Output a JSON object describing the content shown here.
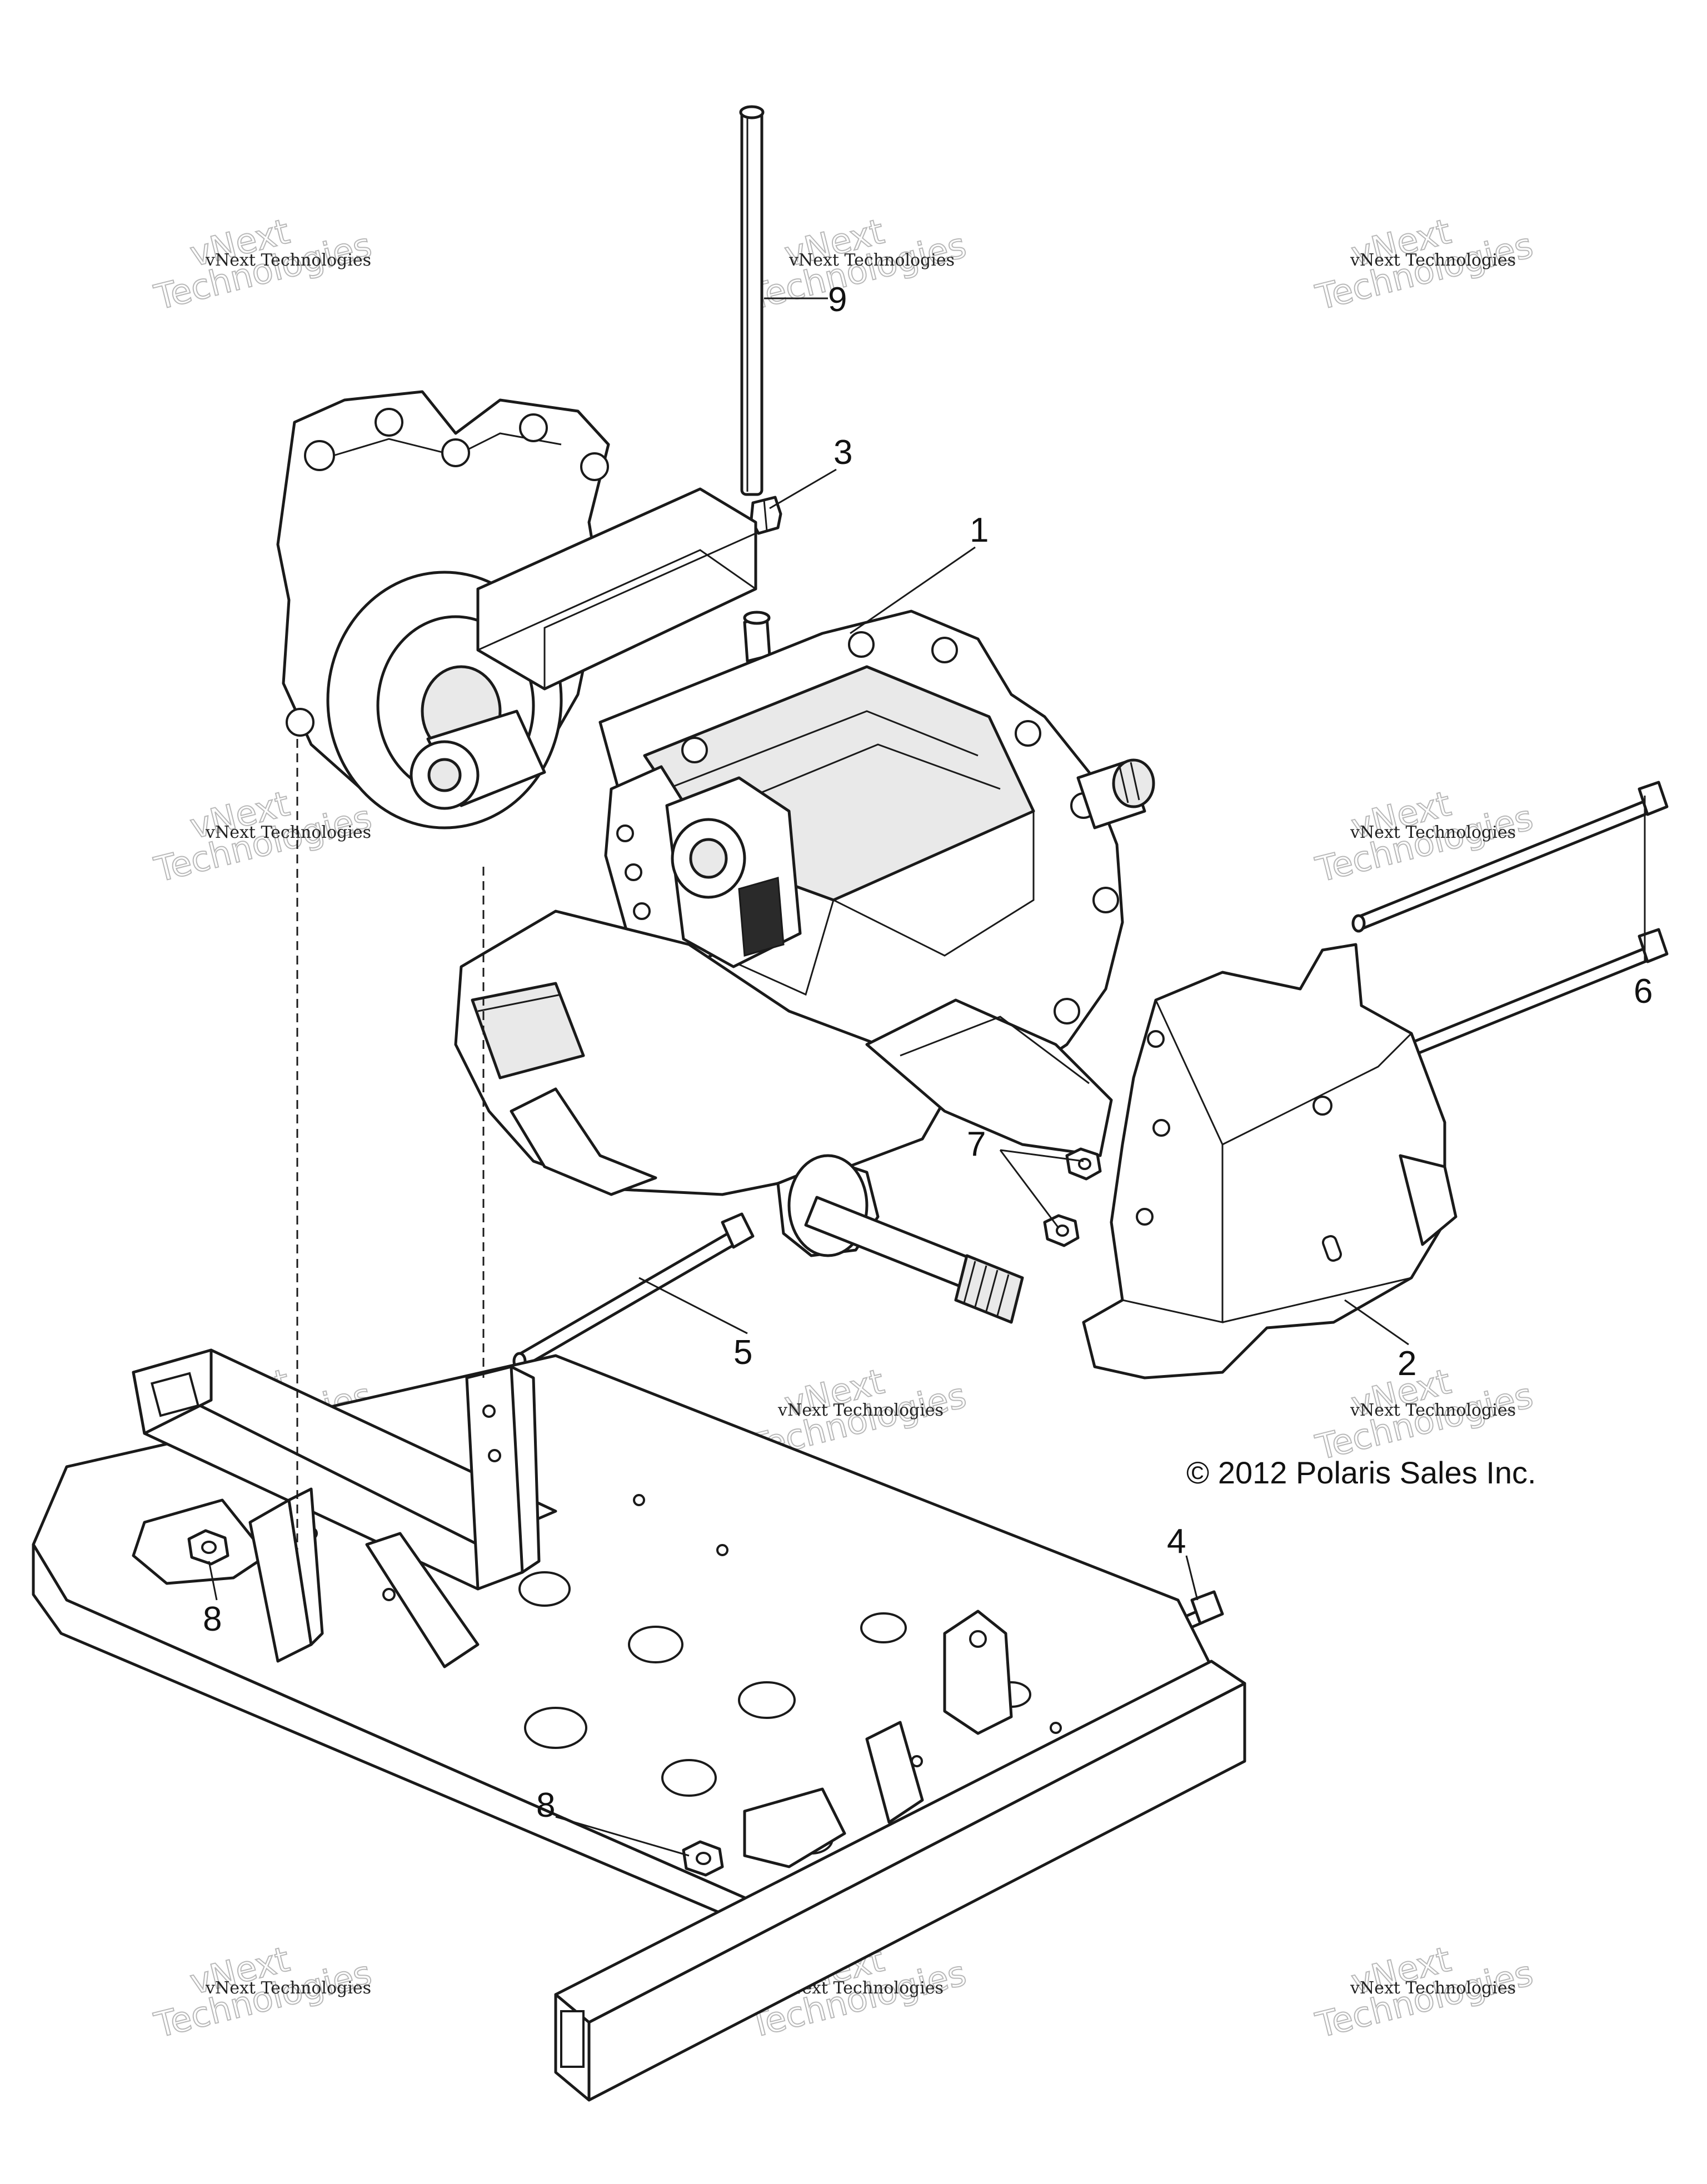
{
  "callouts": {
    "c1": "1",
    "c2": "2",
    "c3": "3",
    "c4": "4",
    "c5": "5",
    "c6": "6",
    "c7": "7",
    "c8a": "8",
    "c8b": "8",
    "c9": "9"
  },
  "copyright": "© 2012 Polaris Sales Inc.",
  "watermark": {
    "line1": "vNext Technologies",
    "line2": "vNext",
    "line3": "Technologies"
  }
}
